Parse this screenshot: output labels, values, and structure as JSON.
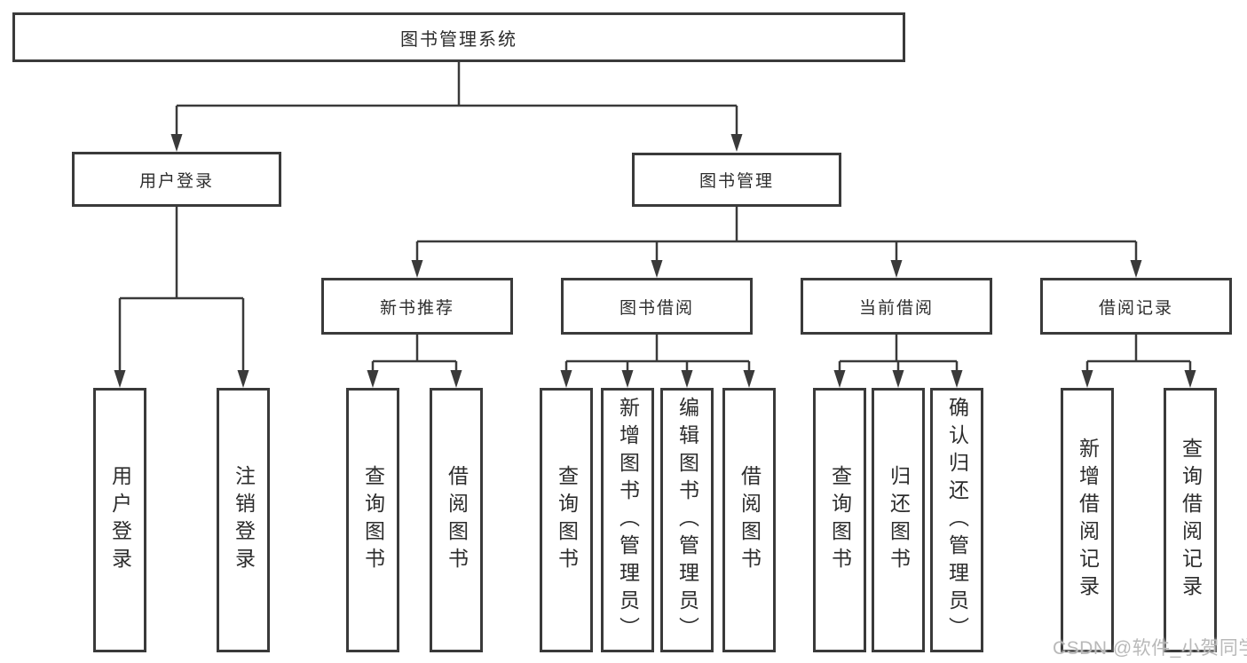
{
  "diagram": {
    "root": {
      "label": "图书管理系统"
    },
    "user_login": {
      "label": "用户登录",
      "children": [
        {
          "label": "用户登录"
        },
        {
          "label": "注销登录"
        }
      ]
    },
    "book_management": {
      "label": "图书管理",
      "sections": [
        {
          "label": "新书推荐",
          "children": [
            {
              "label": "查询图书"
            },
            {
              "label": "借阅图书"
            }
          ]
        },
        {
          "label": "图书借阅",
          "children": [
            {
              "label": "查询图书"
            },
            {
              "label": "新增图书（管理员）"
            },
            {
              "label": "编辑图书（管理员）"
            },
            {
              "label": "借阅图书"
            }
          ]
        },
        {
          "label": "当前借阅",
          "children": [
            {
              "label": "查询图书"
            },
            {
              "label": "归还图书"
            },
            {
              "label": "确认归还（管理员）"
            }
          ]
        },
        {
          "label": "借阅记录",
          "children": [
            {
              "label": "新增借阅记录"
            },
            {
              "label": "查询借阅记录"
            }
          ]
        }
      ]
    }
  },
  "watermark": "CSDN @软件_小贺同学",
  "colors": {
    "line": "#3a3a3a",
    "text": "#2d2d2d",
    "watermark": "#b9b9b9",
    "background": "#ffffff"
  }
}
